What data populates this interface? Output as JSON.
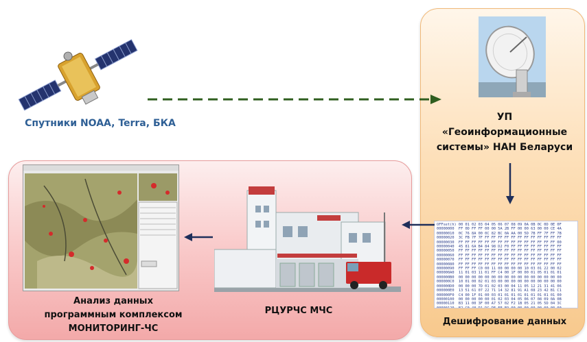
{
  "satellite": {
    "label": "Спутники NOAA, Terra, БКА"
  },
  "receiver": {
    "title_lines": [
      "УП",
      "«Геоинформационные",
      "системы» НАН Беларуси"
    ]
  },
  "decoding": {
    "label": "Дешифрование данных"
  },
  "rescue_center": {
    "label": "РЦУРЧС МЧС"
  },
  "analysis": {
    "lines": [
      "Анализ данных",
      "программным комплексом",
      "МОНИТОРИНГ-ЧС"
    ]
  },
  "colors": {
    "receiver_box": "#f8c98d",
    "analysis_box": "#f3a9a9",
    "satellite_label": "#2e5f95",
    "dashed_arrow": "#2f5e1f",
    "arrows": "#1f2f5a"
  }
}
